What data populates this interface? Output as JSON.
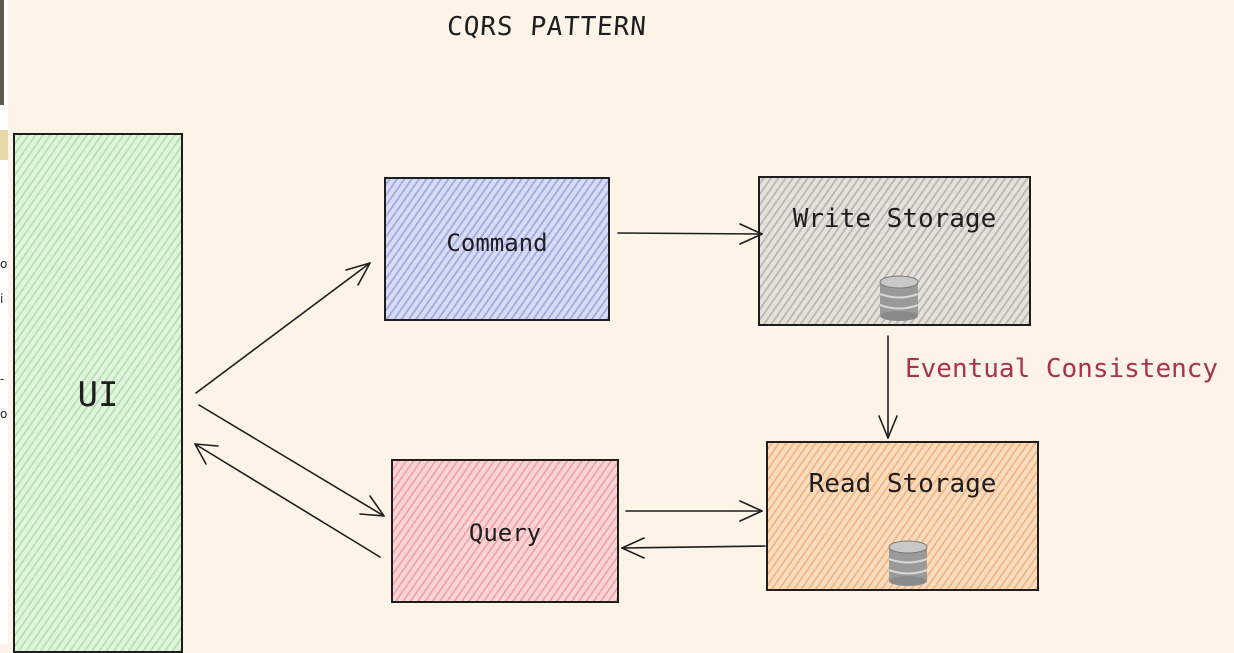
{
  "diagram": {
    "title": "CQRS PATTERN",
    "nodes": {
      "ui": {
        "label": "UI",
        "color": "#b9e3b5"
      },
      "command": {
        "label": "Command",
        "color": "#a6aee6"
      },
      "query": {
        "label": "Query",
        "color": "#f2a8ae"
      },
      "write_storage": {
        "label": "Write Storage",
        "color": "#bdbab4",
        "icon": "database-icon"
      },
      "read_storage": {
        "label": "Read Storage",
        "color": "#f4b987",
        "icon": "database-icon"
      }
    },
    "annotation": {
      "text": "Eventual Consistency",
      "color": "#a8334f"
    },
    "edges": [
      {
        "from": "UI",
        "to": "Command"
      },
      {
        "from": "UI",
        "to": "Query"
      },
      {
        "from": "Query",
        "to": "UI"
      },
      {
        "from": "Command",
        "to": "Write Storage"
      },
      {
        "from": "Write Storage",
        "to": "Read Storage"
      },
      {
        "from": "Query",
        "to": "Read Storage"
      },
      {
        "from": "Read Storage",
        "to": "Query"
      }
    ]
  },
  "edge_fragments": [
    "o",
    "i",
    "-",
    "o"
  ]
}
